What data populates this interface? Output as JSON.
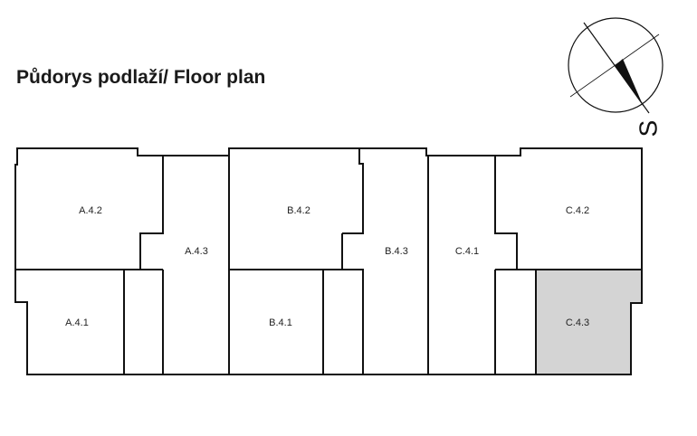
{
  "title": "Půdorys podlaží/ Floor plan",
  "compass": {
    "label": "S",
    "icon": "north-arrow-compass"
  },
  "rooms": {
    "a42": "A.4.2",
    "a43": "A.4.3",
    "a41": "A.4.1",
    "b42": "B.4.2",
    "b41": "B.4.1",
    "b43": "B.4.3",
    "c41": "C.4.1",
    "c42": "C.4.2",
    "c43": "C.4.3"
  },
  "highlight": {
    "room": "C.4.3",
    "color": "#d4d4d4"
  }
}
